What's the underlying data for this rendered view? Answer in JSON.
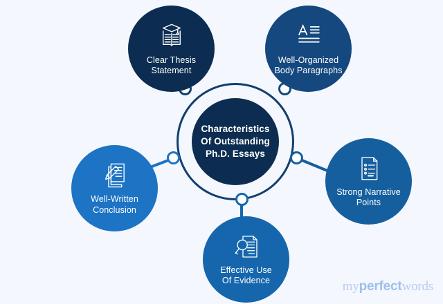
{
  "background_color": "#f4f7fd",
  "hub": {
    "title": "Characteristics\nOf Outstanding\nPh.D. Essays",
    "ring_color": "#123f6e",
    "core_color": "#0c2d51",
    "text_color": "#ffffff"
  },
  "nodes": [
    {
      "id": "clear-thesis-statement",
      "label": "Clear Thesis\nStatement",
      "icon": "graduation-cap-book-icon",
      "color": "#0c2d51",
      "position": "top-left"
    },
    {
      "id": "well-organized-body-paragraphs",
      "label": "Well-Organized\nBody Paragraphs",
      "icon": "text-paragraph-icon",
      "color": "#14487e",
      "position": "top-right"
    },
    {
      "id": "strong-narrative-points",
      "label": "Strong Narrative\nPoints",
      "icon": "document-bullet-list-icon",
      "color": "#165f9e",
      "position": "right"
    },
    {
      "id": "effective-use-of-evidence",
      "label": "Effective Use\nOf Evidence",
      "icon": "magnifier-document-icon",
      "color": "#1666ad",
      "position": "bottom"
    },
    {
      "id": "well-written-conclusion",
      "label": "Well-Written\nConclusion",
      "icon": "pen-writing-document-icon",
      "color": "#1d73c4",
      "position": "left"
    }
  ],
  "brand": {
    "part_one": "my",
    "part_two": "perfect",
    "part_three": "words",
    "accent_color": "#9cc0ec"
  }
}
